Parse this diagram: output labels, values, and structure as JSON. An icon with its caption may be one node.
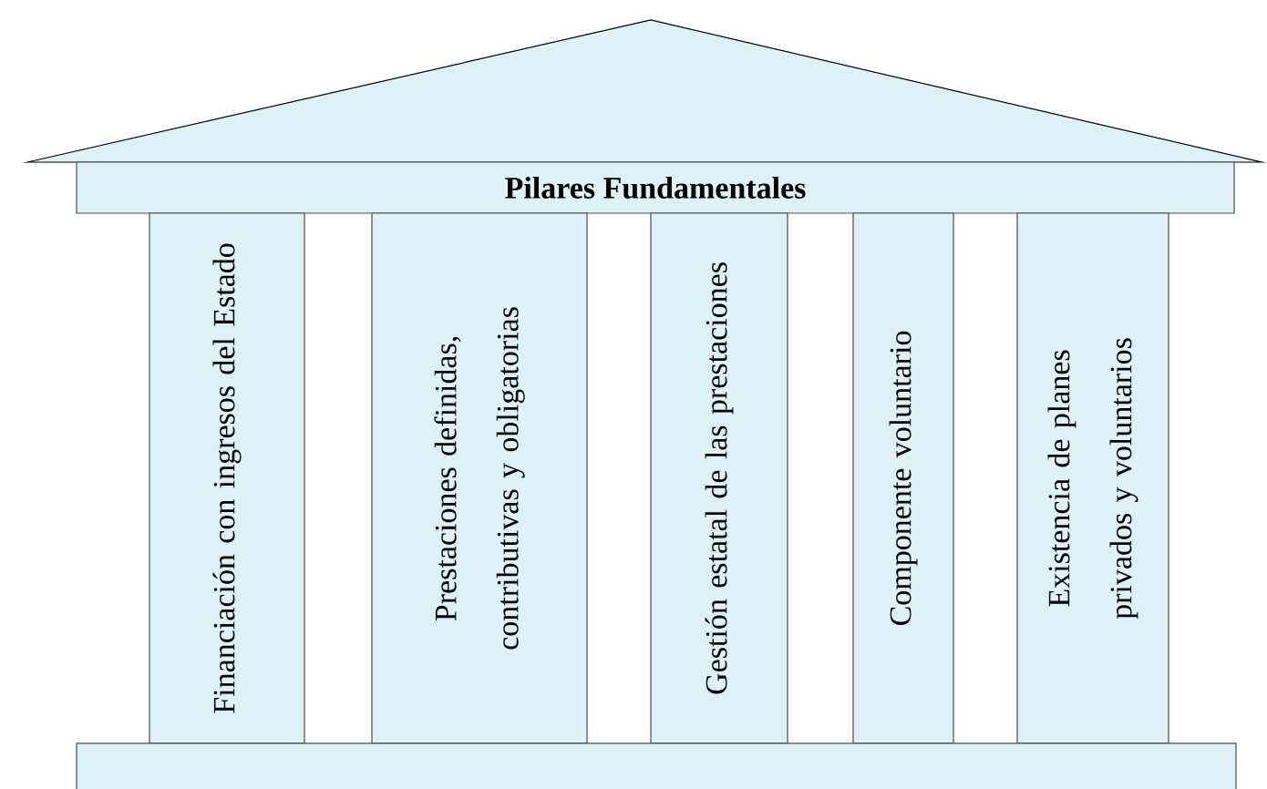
{
  "diagram": {
    "nodes": [
      {
        "text": [],
        "shape": "triangle"
      },
      {
        "text": [
          "Pilares Fundamentales"
        ]
      },
      {
        "text": [
          "Financiación con ingresos del Estado"
        ]
      },
      {
        "text": [
          "Prestaciones definidas, contributivas y obligatorias"
        ]
      },
      {
        "text": [
          "Gestión estatal de las prestaciones"
        ]
      },
      {
        "text": [
          "Componente voluntario"
        ]
      },
      {
        "text": [
          "Existencia de planes privados y voluntarios"
        ]
      },
      {
        "text": [],
        "shape": "box"
      }
    ]
  }
}
